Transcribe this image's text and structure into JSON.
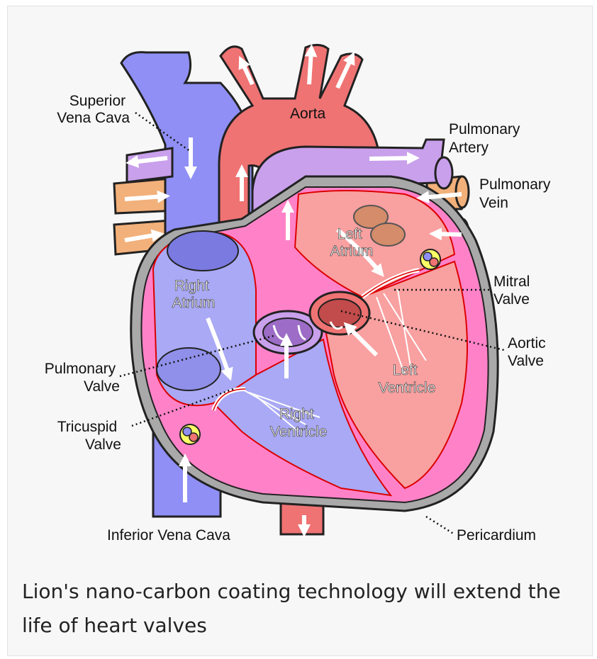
{
  "labels": {
    "superior_vena_cava": [
      "Superior",
      "Vena Cava"
    ],
    "aorta": "Aorta",
    "pulmonary_artery": [
      "Pulmonary",
      "Artery"
    ],
    "pulmonary_vein": [
      "Pulmonary",
      "Vein"
    ],
    "left_atrium": [
      "Left",
      "Atrium"
    ],
    "right_atrium": [
      "Right",
      "Atrium"
    ],
    "mitral_valve": [
      "Mitral",
      "Valve"
    ],
    "aortic_valve": [
      "Aortic",
      "Valve"
    ],
    "pulmonary_valve": [
      "Pulmonary",
      "Valve"
    ],
    "left_ventricle": [
      "Left",
      "Ventricle"
    ],
    "tricuspid_valve": [
      "Tricuspid",
      "Valve"
    ],
    "right_ventricle": [
      "Right",
      "Ventricle"
    ],
    "inferior_vena_cava": "Inferior Vena Cava",
    "pericardium": "Pericardium"
  },
  "caption": "Lion's nano-carbon coating technology will extend the life of heart valves",
  "colors": {
    "vein_blue": "#8f8ff5",
    "artery_red": "#ef7373",
    "pulmonary_purple": "#c9a0ec",
    "pulmonary_vein_tan": "#f2b07a",
    "myocardium_pink": "#ff82c8",
    "pericardium_gray": "#a9a9a9",
    "left_chamber": "#f9a0a0",
    "right_chamber": "#a9a9f5"
  }
}
